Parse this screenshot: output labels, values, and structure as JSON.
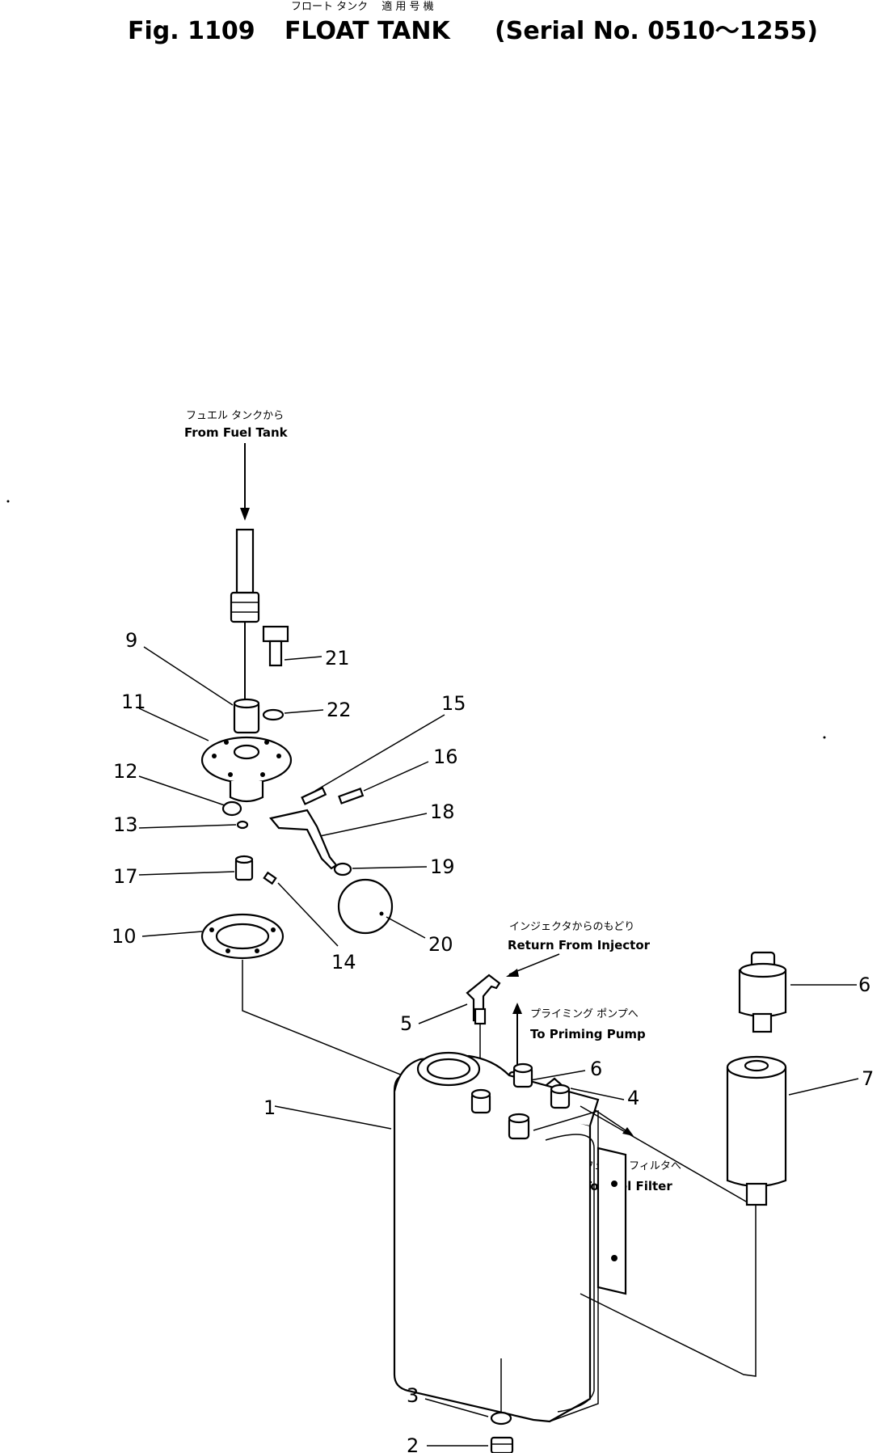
{
  "title": {
    "figure": "Fig. 1109",
    "name": "FLOAT TANK",
    "serial": "(Serial No. 0510～1255)",
    "jp_top": "フロート タンク　 適 用 号 機"
  },
  "flow_labels": {
    "from_fuel_tank_jp": "フュエル タンクから",
    "from_fuel_tank_en": "From Fuel Tank",
    "return_injector_jp": "インジェクタからのもどり",
    "return_injector_en": "Return From Injector",
    "priming_pump_jp": "プライミング ポンプへ",
    "priming_pump_en": "To Priming Pump",
    "fuel_filter_jp": "フュエル フィルタへ",
    "fuel_filter_en": "To Fuel Filter"
  },
  "callouts": {
    "p1": "1",
    "p2": "2",
    "p3": "3",
    "p4": "4",
    "p5": "5",
    "p6a": "6",
    "p6b": "6",
    "p7": "7",
    "p9": "9",
    "p10": "10",
    "p11": "11",
    "p12": "12",
    "p13": "13",
    "p14": "14",
    "p15": "15",
    "p16": "16",
    "p17": "17",
    "p18": "18",
    "p19": "19",
    "p20": "20",
    "p21": "21",
    "p22": "22"
  }
}
